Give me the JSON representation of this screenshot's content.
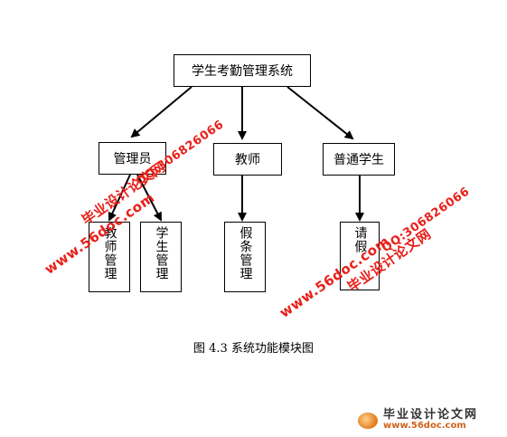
{
  "diagram": {
    "root": "学生考勤管理系统",
    "level1": [
      "管理员",
      "教师",
      "普通学生"
    ],
    "leaves": {
      "admin_teacher_mgmt": "教师管理",
      "admin_student_mgmt": "学生管理",
      "teacher_leave_mgmt": "假条管理",
      "student_leave_request": "请假"
    }
  },
  "caption": "图 4.3  系统功能模块图",
  "watermark": {
    "site": "www.56doc.com",
    "brand": "毕业设计论文网",
    "qq": "QQ:306826066"
  },
  "footer": {
    "brand": "毕业设计论文网",
    "url": "www.56doc.com"
  },
  "colors": {
    "watermark": "#e8201a",
    "footer_url": "#d0621a"
  }
}
